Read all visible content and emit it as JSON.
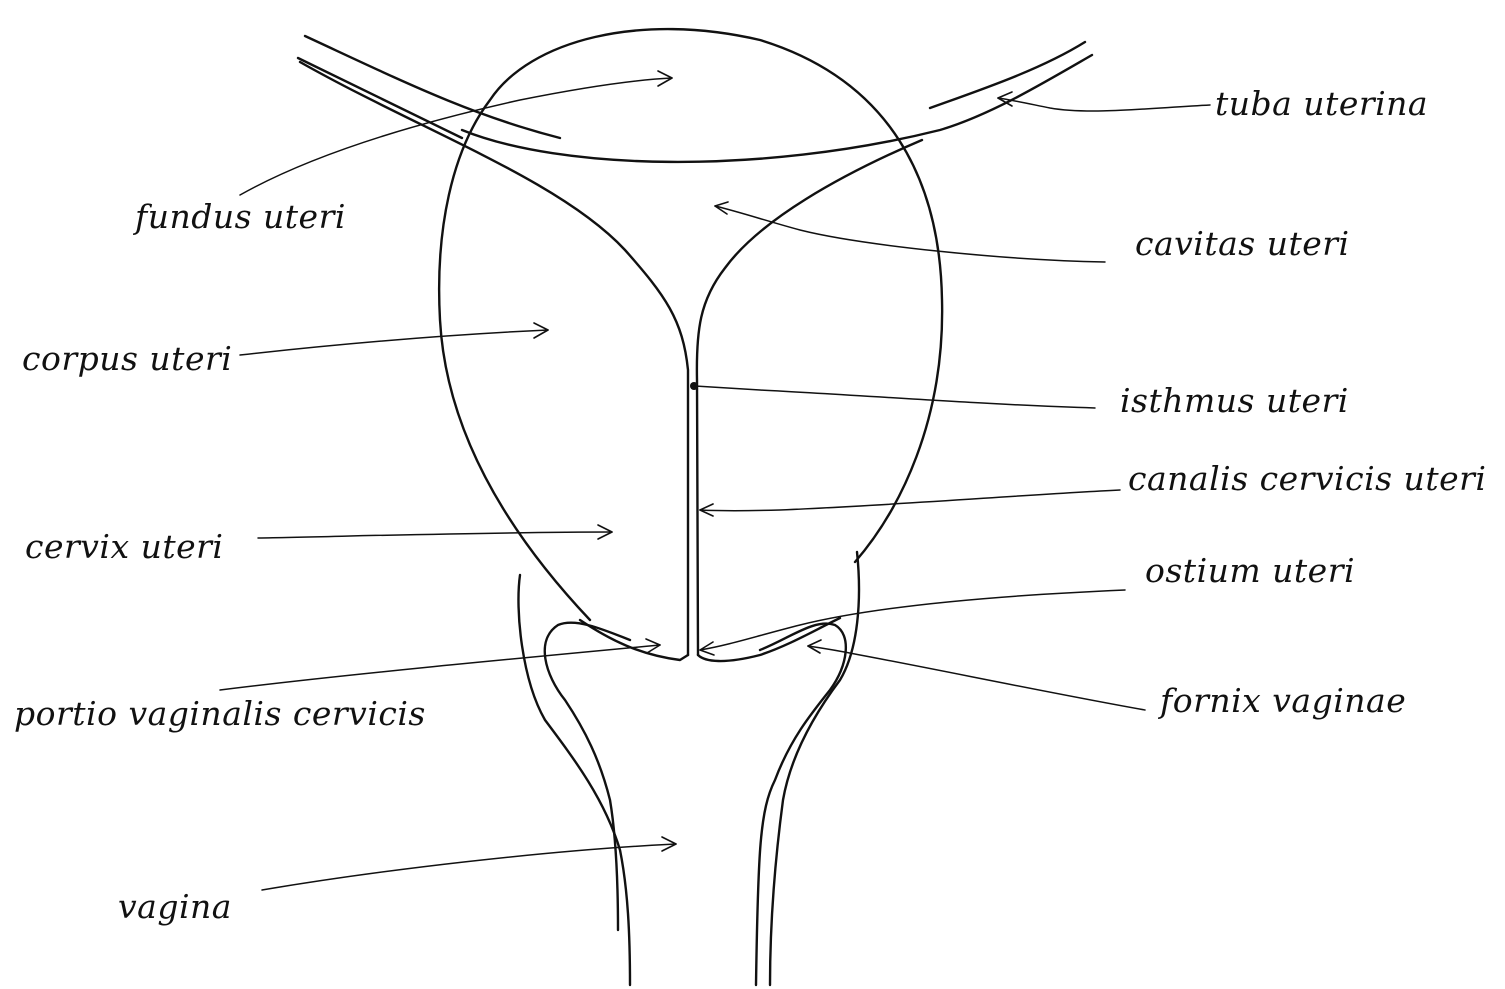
{
  "labels": {
    "tuba_uterina": "tuba uterina",
    "fundus_uteri": "fundus uteri",
    "cavitas_uteri": "cavitas uteri",
    "corpus_uteri": "corpus uteri",
    "isthmus_uteri": "isthmus uteri",
    "canalis_cervicis_uteri": "canalis cervicis uteri",
    "cervix_uteri": "cervix uteri",
    "ostium_uteri": "ostium uteri",
    "portio_vaginalis_cervicis": "portio vaginalis cervicis",
    "fornix_vaginae": "fornix vaginae",
    "vagina": "vagina"
  },
  "colors": {
    "ink": "#111111",
    "paper": "#ffffff"
  }
}
